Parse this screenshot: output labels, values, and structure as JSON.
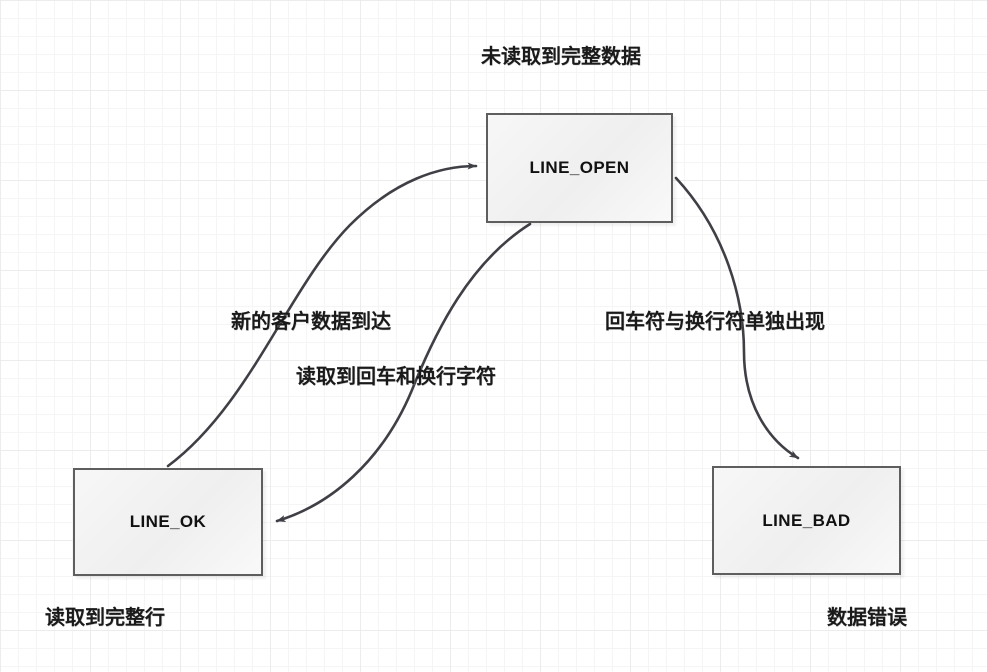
{
  "diagram": {
    "title_caption": "未读取到完整数据",
    "nodes": [
      {
        "id": "line_open",
        "label": "LINE_OPEN"
      },
      {
        "id": "line_ok",
        "label": "LINE_OK"
      },
      {
        "id": "line_bad",
        "label": "LINE_BAD"
      }
    ],
    "edge_labels": {
      "new_client_data": "新的客户数据到达",
      "read_crlf_chars": "读取到回车和换行字符",
      "cr_lf_alone": "回车符与换行符单独出现"
    },
    "captions": {
      "line_ok_caption": "读取到完整行",
      "line_bad_caption": "数据错误"
    },
    "colors": {
      "node_border": "#5e5e5e",
      "node_fill": "#f4f4f4",
      "edge_stroke": "#3f3f46",
      "text": "#1a1a1a",
      "grid_minor": "#f5f5f5",
      "grid_major": "#ececec"
    }
  }
}
